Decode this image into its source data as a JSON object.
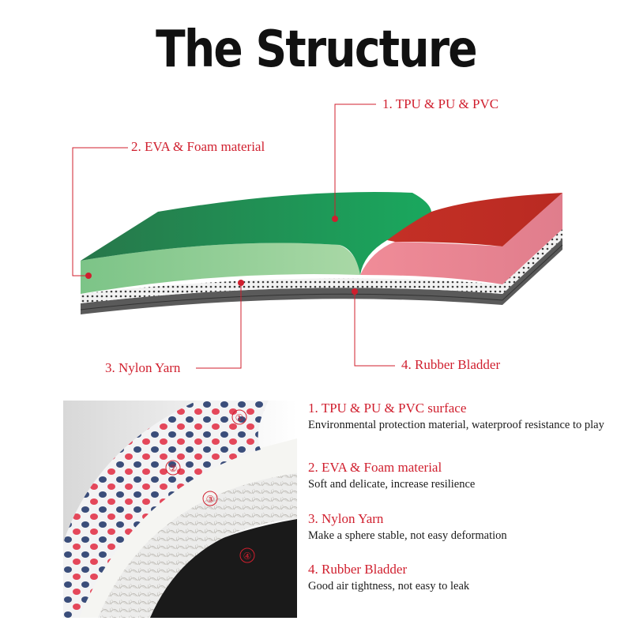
{
  "title": "The Structure",
  "diagram_labels": {
    "layer1": "1. TPU & PU & PVC",
    "layer2": "2. EVA & Foam material",
    "layer3": "3. Nylon Yarn",
    "layer4": "4. Rubber Bladder"
  },
  "photo_markers": [
    "①",
    "②",
    "③",
    "④"
  ],
  "descriptions": [
    {
      "heading": "1. TPU & PU & PVC surface",
      "text": "Environmental protection material, waterproof resistance to play"
    },
    {
      "heading": "2. EVA & Foam material",
      "text": "Soft and delicate, increase resilience"
    },
    {
      "heading": "3. Nylon Yarn",
      "text": "Make a sphere stable, not easy deformation"
    },
    {
      "heading": "4. Rubber Bladder",
      "text": "Good air tightness, not easy to leak"
    }
  ],
  "colors": {
    "accent_red": "#d01f2e",
    "green_top": "#1e9d5c",
    "green_side": "#8ccc92",
    "red_top": "#c8352a",
    "pink_side": "#ee8a98",
    "bladder": "#5a5a5a"
  }
}
